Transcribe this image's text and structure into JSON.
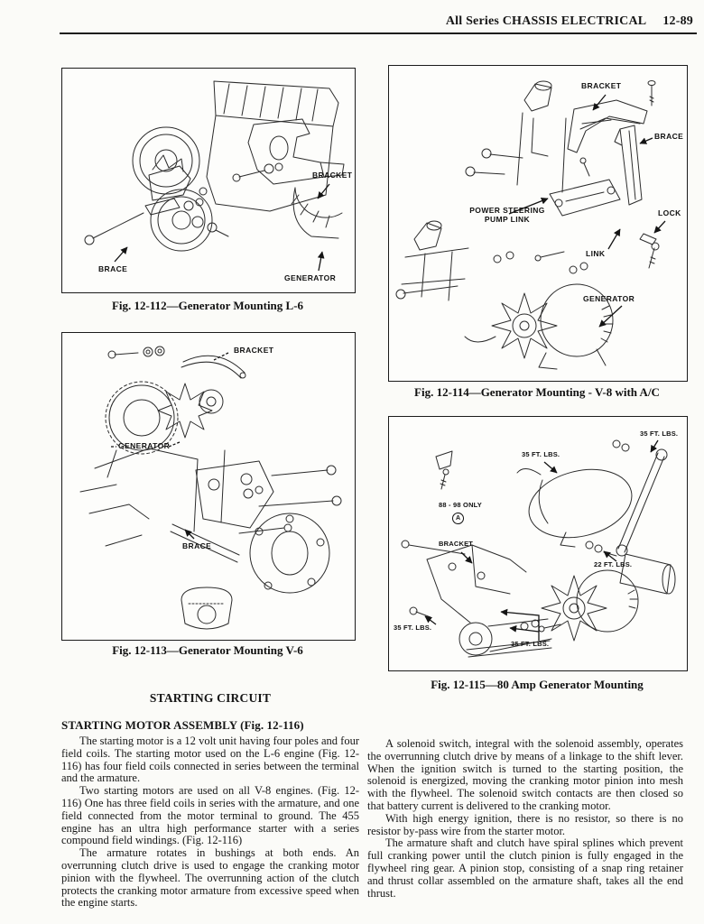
{
  "colors": {
    "paper": "#fbfbf8",
    "ink": "#1a1a1a"
  },
  "header": {
    "title": "All Series CHASSIS ELECTRICAL",
    "page_number": "12-89"
  },
  "figures": [
    {
      "id": "fig-12-112",
      "caption": "Fig. 12-112—Generator Mounting L-6",
      "labels": [
        "BRACKET",
        "BRACE",
        "GENERATOR"
      ]
    },
    {
      "id": "fig-12-113",
      "caption": "Fig. 12-113—Generator Mounting V-6",
      "labels": [
        "BRACKET",
        "GENERATOR",
        "BRACE"
      ]
    },
    {
      "id": "fig-12-114",
      "caption": "Fig. 12-114—Generator Mounting - V-8 with A/C",
      "labels": [
        "BRACKET",
        "BRACE",
        "POWER STEERING",
        "PUMP LINK",
        "LOCK",
        "LINK",
        "GENERATOR"
      ]
    },
    {
      "id": "fig-12-115",
      "caption": "Fig. 12-115—80 Amp Generator Mounting",
      "labels": [
        "35 FT. LBS.",
        "35 FT. LBS.",
        "88 - 98 ONLY",
        "A",
        "BRACKET",
        "22 FT. LBS.",
        "35 FT. LBS.",
        "35 FT. LBS."
      ]
    }
  ],
  "sections": {
    "starting_circuit": {
      "title": "STARTING CIRCUIT",
      "subheading": "STARTING MOTOR ASSEMBLY (Fig. 12-116)",
      "left_paragraphs": [
        "The starting motor is a 12 volt unit having four poles and four field coils. The starting motor used on the L-6 engine (Fig. 12-116) has four field coils connected in series between the terminal and the armature.",
        "Two starting motors are used on all V-8 engines. (Fig. 12-116) One has three field coils in series with the armature, and one field connected from the motor terminal to ground. The 455 engine has an ultra high performance starter with a series compound field windings. (Fig. 12-116)",
        "The armature rotates in bushings at both ends. An overrunning clutch drive is used to engage the cranking motor pinion with the flywheel. The overrunning action of the clutch protects the cranking motor armature from excessive speed when the engine starts."
      ],
      "right_paragraphs": [
        "A solenoid switch, integral with the solenoid assembly, operates the overrunning clutch drive by means of a linkage to the shift lever. When the ignition switch is turned to the starting position, the solenoid is energized, moving the cranking motor pinion into mesh with the flywheel. The solenoid switch contacts are then closed so that battery current is delivered to the cranking motor.",
        "With high energy ignition, there is no resistor, so there is no resistor by-pass wire from the starter motor.",
        "The armature shaft and clutch have spiral splines which prevent full cranking power until the clutch pinion is fully engaged in the flywheel ring gear. A pinion stop, consisting of a snap ring retainer and thrust collar assembled on the armature shaft, takes all the end thrust."
      ]
    }
  }
}
